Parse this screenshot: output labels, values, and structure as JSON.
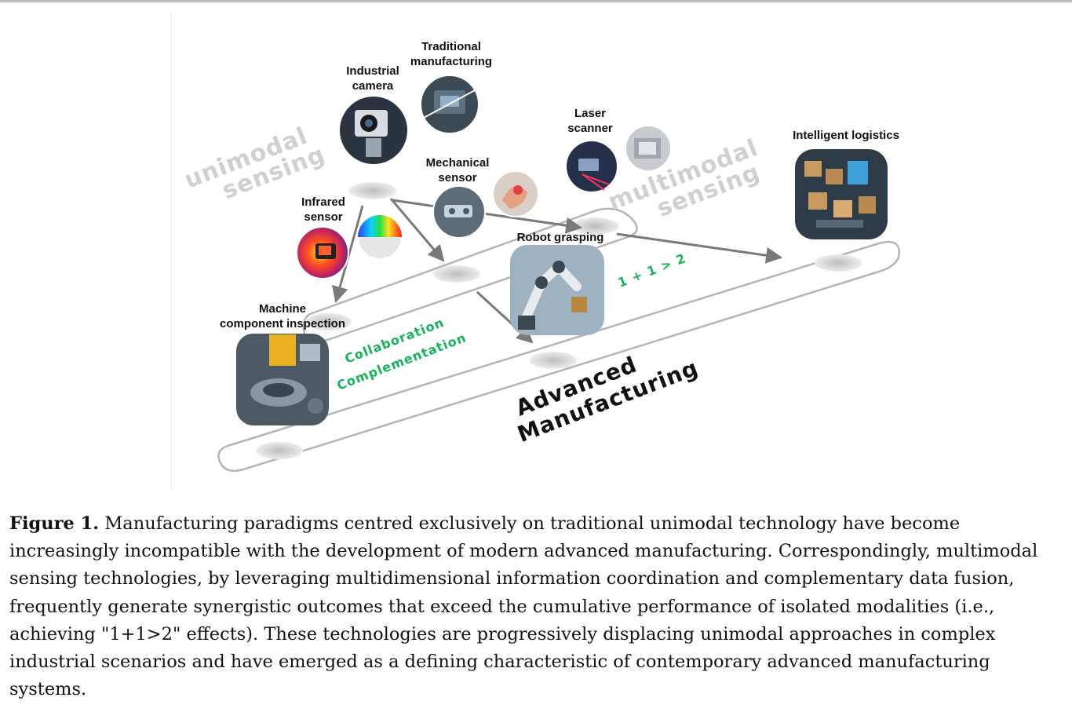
{
  "figure": {
    "labels": {
      "industrial_camera_1": "Industrial",
      "industrial_camera_2": "camera",
      "traditional_1": "Traditional",
      "traditional_2": "manufacturing",
      "infrared_1": "Infrared",
      "infrared_2": "sensor",
      "mechanical_1": "Mechanical",
      "mechanical_2": "sensor",
      "laser_1": "Laser",
      "laser_2": "scanner",
      "intelligent_logistics": "Intelligent logistics",
      "robot_grasping": "Robot grasping",
      "machine_1": "Machine",
      "machine_2": "component inspection"
    },
    "unimodal_1": "unimodal",
    "unimodal_2": "sensing",
    "multimodal_1": "multimodal",
    "multimodal_2": "sensing",
    "collaboration": "Collaboration",
    "complementation": "Complementation",
    "synergy": "1 + 1 > 2",
    "advanced_1": "Advanced",
    "advanced_2": "Manufacturing",
    "colors": {
      "green": "#14b45a",
      "watermark": "#d0d0d0",
      "arrow": "#7a7a7a"
    }
  },
  "caption": {
    "label": "Figure 1.",
    "text": " Manufacturing paradigms centred exclusively on traditional unimodal technology have become increasingly incompatible with the development of modern advanced manufacturing. Correspondingly, multimodal sensing technologies, by leveraging multidimensional information coordination and complementary data fusion, frequently generate synergistic outcomes that exceed the cumulative performance of isolated modalities (i.e., achieving \"1+1>2\" effects). These technologies are progressively displacing unimodal approaches in complex industrial scenarios and have emerged as a defining characteristic of contemporary advanced manufacturing systems."
  }
}
